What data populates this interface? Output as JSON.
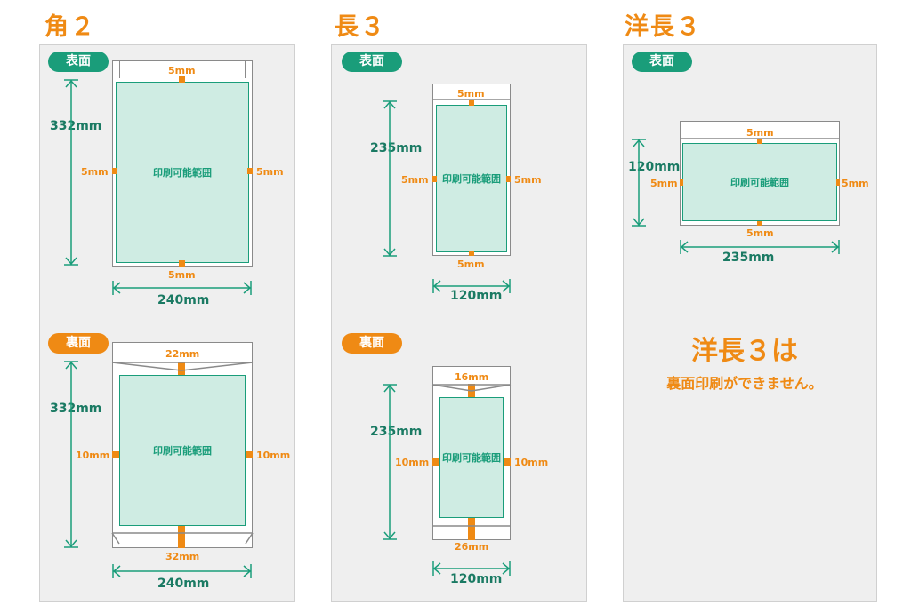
{
  "columns": [
    {
      "title": "角２",
      "front": {
        "badge": "表面",
        "print_label": "印刷可能範囲",
        "margins": {
          "top": "5mm",
          "bottom": "5mm",
          "left": "5mm",
          "right": "5mm"
        },
        "height": "332mm",
        "width": "240mm"
      },
      "back": {
        "badge": "裏面",
        "print_label": "印刷可能範囲",
        "margins": {
          "top": "22mm",
          "bottom": "32mm",
          "left": "10mm",
          "right": "10mm"
        },
        "height": "332mm",
        "width": "240mm"
      }
    },
    {
      "title": "長３",
      "front": {
        "badge": "表面",
        "print_label": "印刷可能範囲",
        "margins": {
          "top": "5mm",
          "bottom": "5mm",
          "left": "5mm",
          "right": "5mm"
        },
        "height": "235mm",
        "width": "120mm"
      },
      "back": {
        "badge": "裏面",
        "print_label": "印刷可能範囲",
        "margins": {
          "top": "16mm",
          "bottom": "26mm",
          "left": "10mm",
          "right": "10mm"
        },
        "height": "235mm",
        "width": "120mm"
      }
    },
    {
      "title": "洋長３",
      "front": {
        "badge": "表面",
        "print_label": "印刷可能範囲",
        "margins": {
          "top": "5mm",
          "bottom": "5mm",
          "left": "5mm",
          "right": "5mm"
        },
        "height": "120mm",
        "width": "235mm"
      },
      "notice": {
        "line1": "洋長３は",
        "line2": "裏面印刷ができません。"
      }
    }
  ],
  "colors": {
    "accent_orange": "#ef8a14",
    "accent_green": "#1a9d7a",
    "print_area_fill": "#cfece3",
    "panel_bg": "#efefef"
  }
}
